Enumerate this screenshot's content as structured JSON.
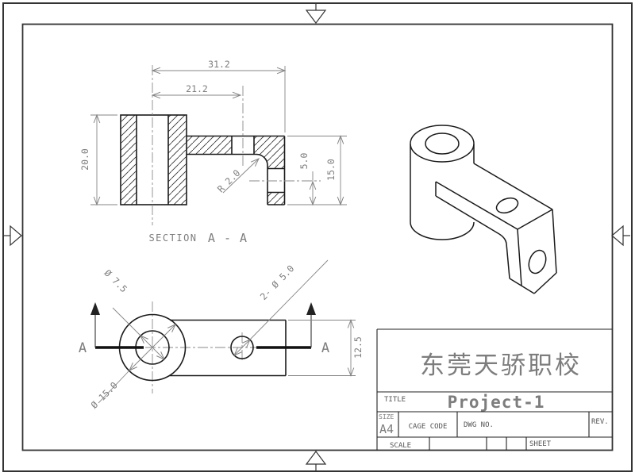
{
  "sheet": {
    "colors": {
      "outline": "#1a1a1a",
      "dimension": "#858585",
      "background": "#ffffff",
      "border": "#333333"
    },
    "section_view": {
      "label": "SECTION",
      "name": "A - A",
      "dims": {
        "total_width": "31.2",
        "hole_offset": "21.2",
        "height": "20.0",
        "lip_height": "15.0",
        "side_hole_offset": "5.0",
        "fillet": "R 2.0"
      }
    },
    "plan_view": {
      "cut_left": "A",
      "cut_right": "A",
      "dims": {
        "bore": "Ø 7.5",
        "boss": "Ø 15.0",
        "holes": "2- Ø 5.0",
        "width": "12.5"
      }
    },
    "title_block": {
      "company": "东莞天骄职校",
      "title_label": "TITLE",
      "title": "Project-1",
      "size_label": "SIZE",
      "size": "A4",
      "cage_label": "CAGE CODE",
      "dwg_label": "DWG NO.",
      "rev_label": "REV.",
      "scale_label": "SCALE",
      "sheet_label": "SHEET"
    }
  }
}
